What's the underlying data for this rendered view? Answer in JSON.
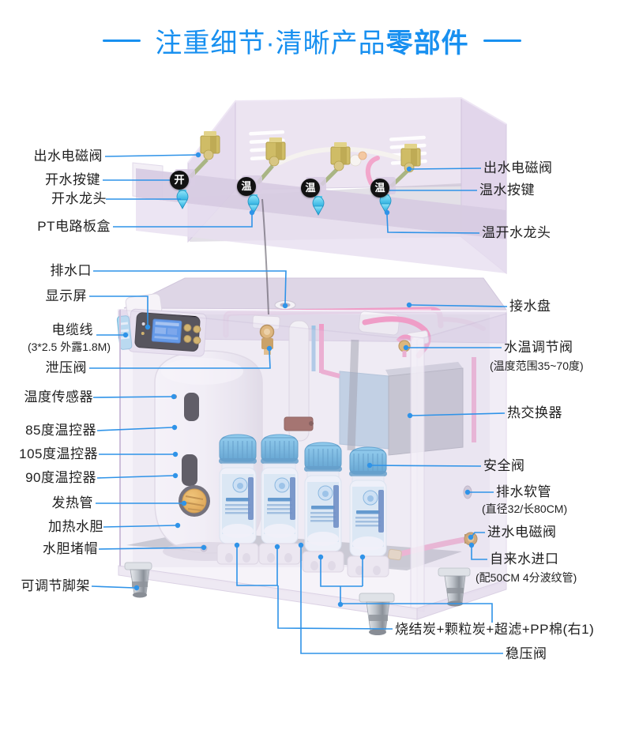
{
  "title": {
    "prefix": "注重细节·清晰产品",
    "highlight": "零部件"
  },
  "faucet_badges": [
    {
      "label": "开"
    },
    {
      "label": "温"
    },
    {
      "label": "温"
    },
    {
      "label": "温"
    }
  ],
  "labels_left": [
    {
      "text": "出水电磁阀"
    },
    {
      "text": "开水按键"
    },
    {
      "text": "开水龙头"
    },
    {
      "text": "PT电路板盒"
    },
    {
      "text": "排水口"
    },
    {
      "text": "显示屏"
    },
    {
      "text": "电缆线",
      "sub": "(3*2.5  外露1.8M)"
    },
    {
      "text": "泄压阀"
    },
    {
      "text": "温度传感器"
    },
    {
      "text": "85度温控器"
    },
    {
      "text": "105度温控器"
    },
    {
      "text": "90度温控器"
    },
    {
      "text": "发热管"
    },
    {
      "text": "加热水胆"
    },
    {
      "text": "水胆堵帽"
    },
    {
      "text": "可调节脚架"
    }
  ],
  "labels_right": [
    {
      "text": "出水电磁阀"
    },
    {
      "text": "温水按键"
    },
    {
      "text": "温开水龙头"
    },
    {
      "text": "接水盘"
    },
    {
      "text": "水温调节阀",
      "sub": "(温度范围35~70度)"
    },
    {
      "text": "热交换器"
    },
    {
      "text": "安全阀"
    },
    {
      "text": "排水软管",
      "sub": "(直径32/长80CM)"
    },
    {
      "text": "进水电磁阀"
    },
    {
      "text": "自来水进口",
      "sub": "(配50CM 4分波纹管)"
    },
    {
      "text": "烧结炭+颗粒炭+超滤+PP棉(右1)"
    },
    {
      "text": "稳压阀"
    }
  ],
  "colors": {
    "title_blue": "#1890F0",
    "callout_blue": "#2F93E8",
    "tube_pink": "#EF9DC7",
    "nozzle_cyan": "#35B9E4",
    "valve_gold": "#CFBC66",
    "heater_amber": "#E89B1C",
    "filter_cap_blue": "#3D9FD8",
    "cabinet_lavender": "#E4DAEE"
  }
}
